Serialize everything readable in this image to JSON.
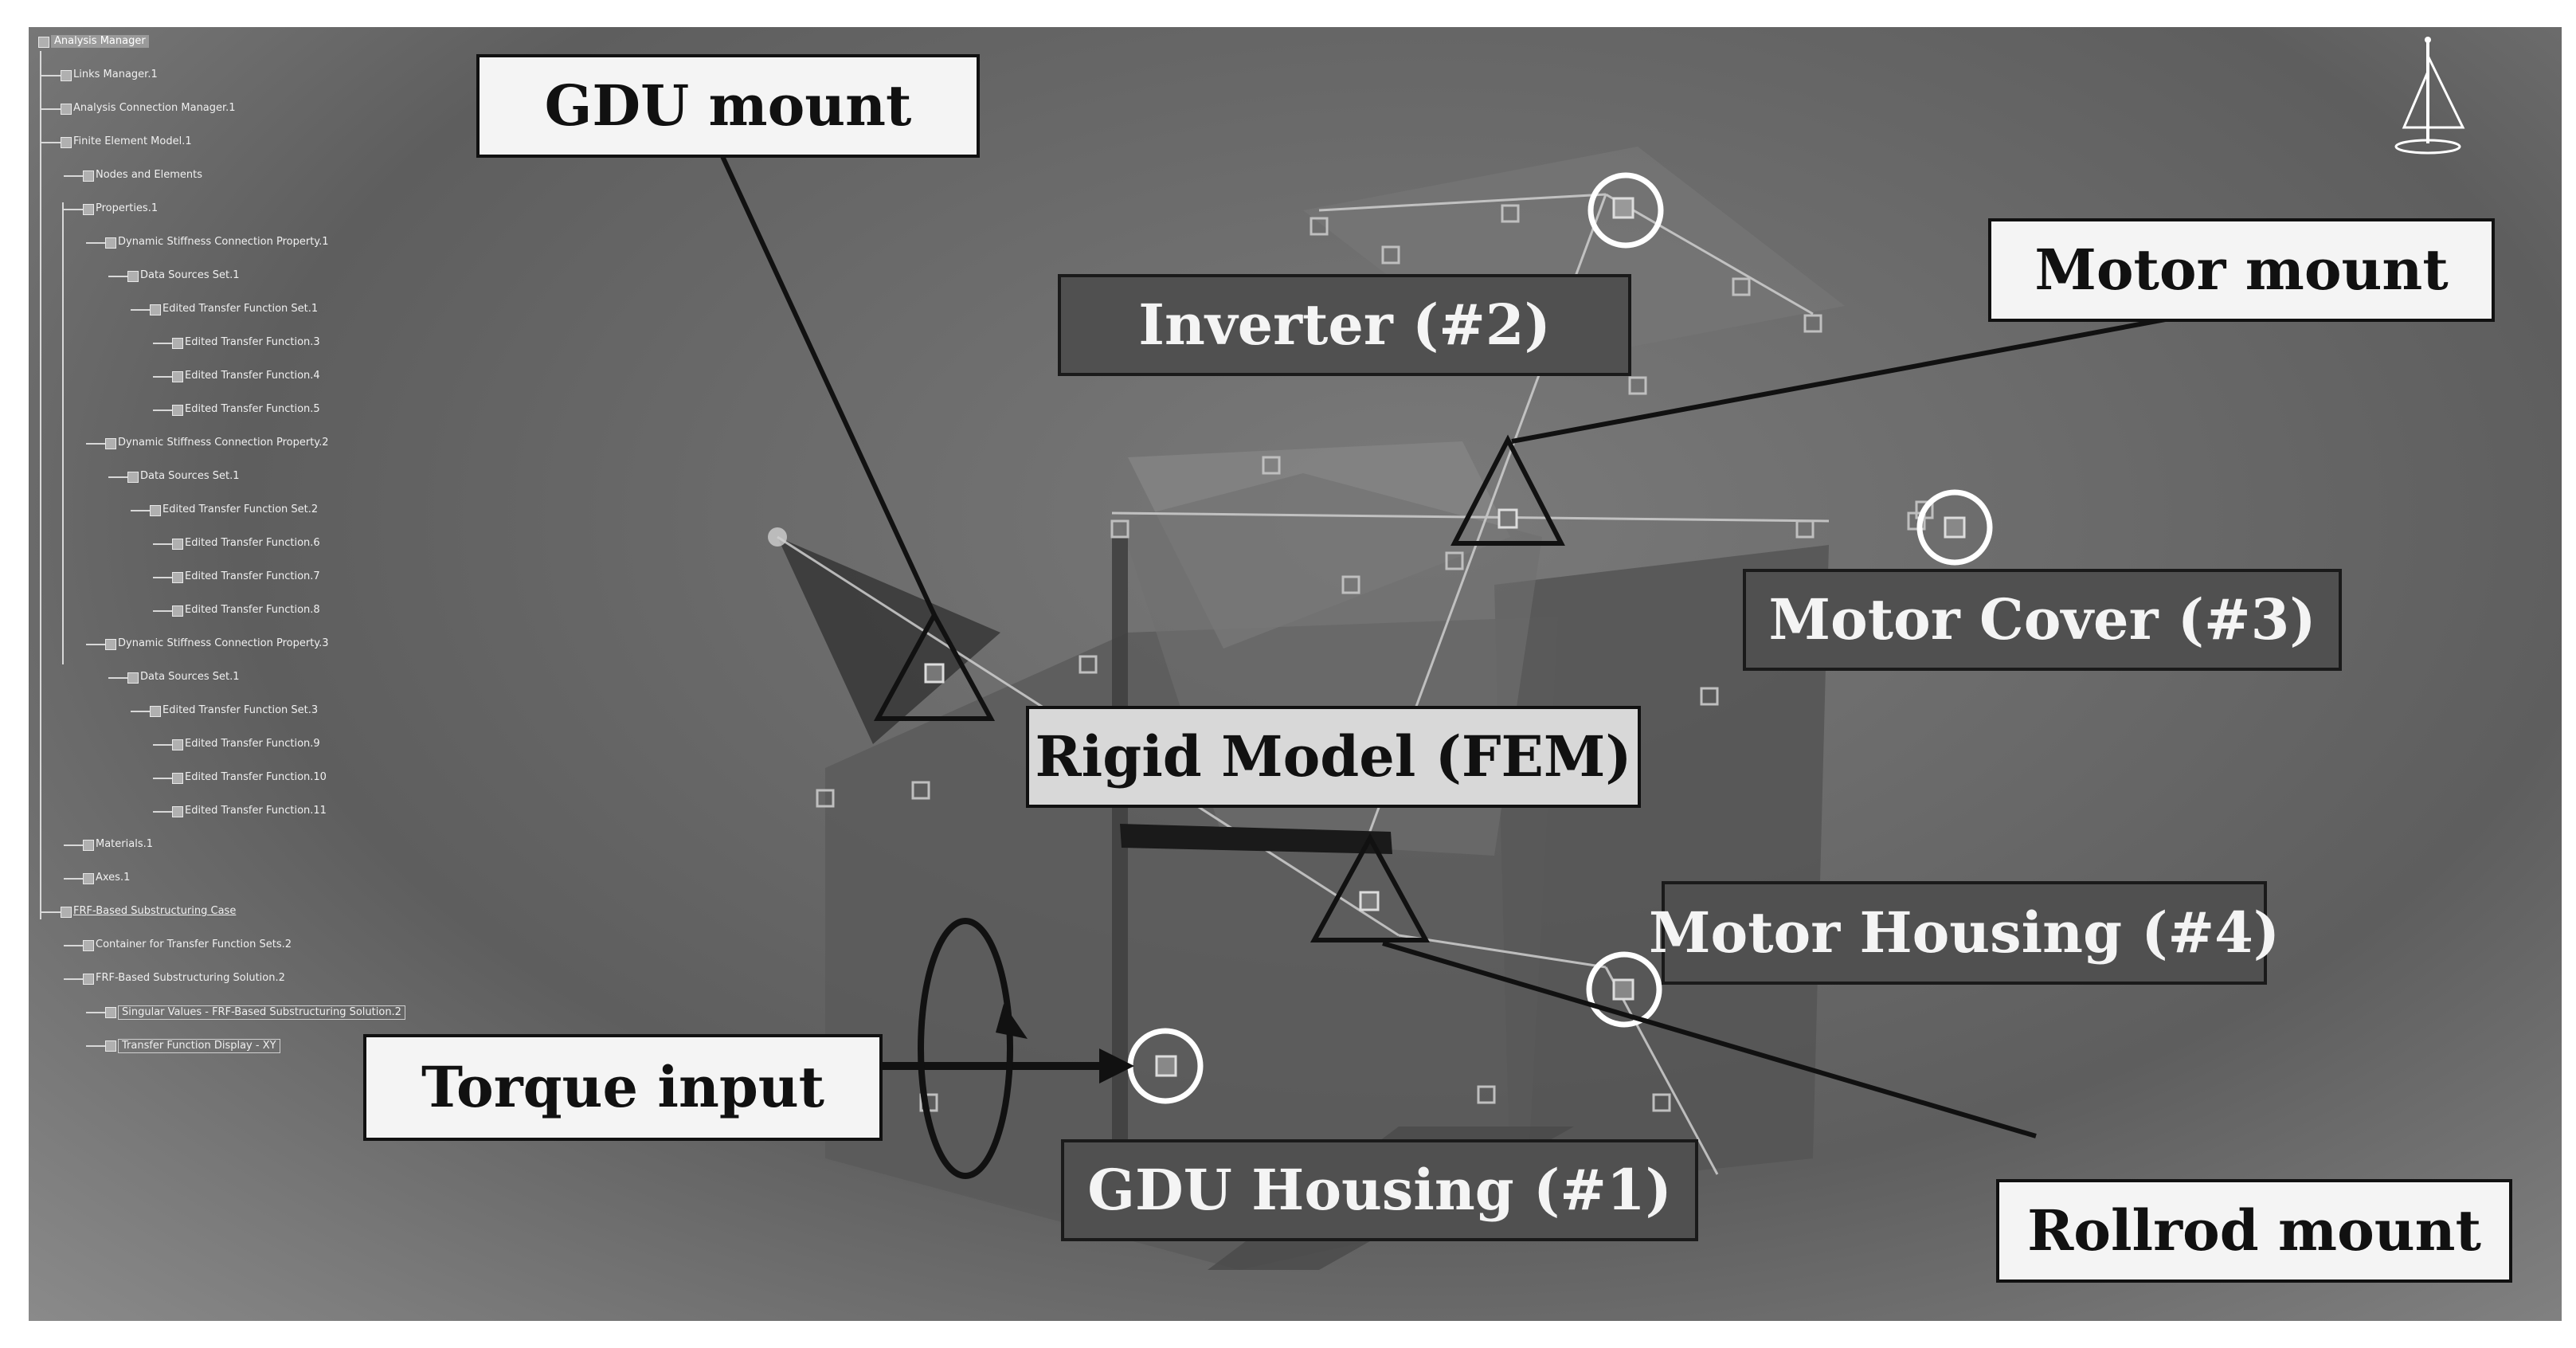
{
  "tree": {
    "items": [
      {
        "label": "Analysis Manager",
        "selected": true
      },
      {
        "label": "Links Manager.1"
      },
      {
        "label": "Analysis Connection Manager.1"
      },
      {
        "label": "Finite Element Model.1"
      },
      {
        "label": "Nodes and Elements"
      },
      {
        "label": "Properties.1"
      },
      {
        "label": "Dynamic Stiffness Connection Property.1"
      },
      {
        "label": "Data Sources Set.1"
      },
      {
        "label": "Edited Transfer Function Set.1"
      },
      {
        "label": "Edited Transfer Function.3"
      },
      {
        "label": "Edited Transfer Function.4"
      },
      {
        "label": "Edited Transfer Function.5"
      },
      {
        "label": "Dynamic Stiffness Connection Property.2"
      },
      {
        "label": "Data Sources Set.1"
      },
      {
        "label": "Edited Transfer Function Set.2"
      },
      {
        "label": "Edited Transfer Function.6"
      },
      {
        "label": "Edited Transfer Function.7"
      },
      {
        "label": "Edited Transfer Function.8"
      },
      {
        "label": "Dynamic Stiffness Connection Property.3"
      },
      {
        "label": "Data Sources Set.1"
      },
      {
        "label": "Edited Transfer Function Set.3"
      },
      {
        "label": "Edited Transfer Function.9"
      },
      {
        "label": "Edited Transfer Function.10"
      },
      {
        "label": "Edited Transfer Function.11"
      },
      {
        "label": "Materials.1"
      },
      {
        "label": "Axes.1"
      },
      {
        "label": "FRF-Based Substructuring Case",
        "underlined": true
      },
      {
        "label": "Container for Transfer Function Sets.2"
      },
      {
        "label": "FRF-Based Substructuring Solution.2"
      },
      {
        "label": "Singular Values - FRF-Based Substructuring Solution.2",
        "boxed": true
      },
      {
        "label": "Transfer Function Display - XY",
        "boxed": true
      }
    ]
  },
  "labels": {
    "gdu_mount": "GDU mount",
    "inverter": "Inverter (#2)",
    "motor_mount": "Motor mount",
    "motor_cover": "Motor Cover (#3)",
    "rigid_model": "Rigid Model (FEM)",
    "motor_housing": "Motor Housing (#4)",
    "torque_input": "Torque input",
    "gdu_housing": "GDU Housing (#1)",
    "rollrod_mount": "Rollrod mount"
  },
  "colors": {
    "background": "#666666",
    "label_light": "#f4f4f4",
    "label_dark": "#505050",
    "outline": "#111111"
  },
  "icons": [
    "compass-icon",
    "tree-node-icon",
    "circle-marker-icon",
    "triangle-marker-icon",
    "rotation-arrow-icon"
  ]
}
